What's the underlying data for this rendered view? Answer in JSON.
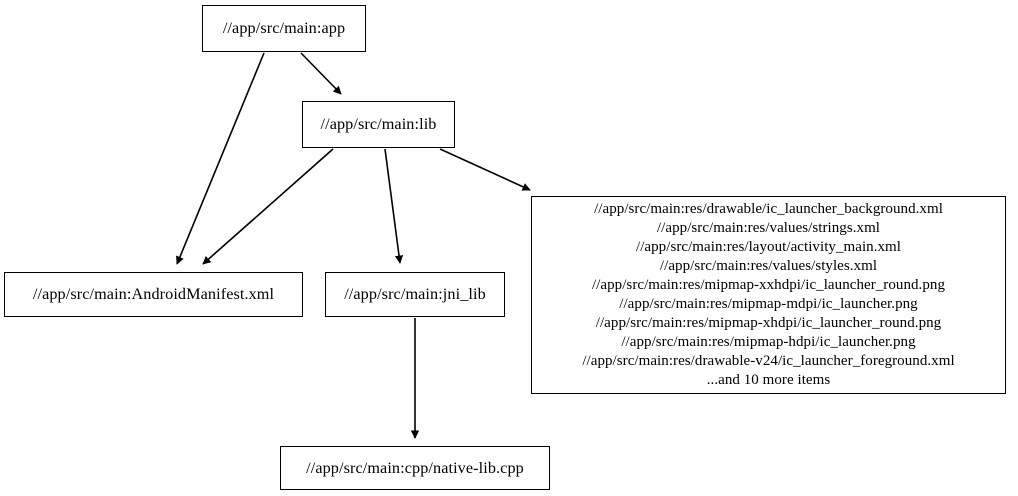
{
  "graph": {
    "type": "directed-dependency-graph",
    "background_color": "#ffffff",
    "node_border_color": "#000000",
    "edge_color": "#000000",
    "nodes": [
      {
        "id": "app",
        "label": "//app/src/main:app",
        "lines": [
          "//app/src/main:app"
        ]
      },
      {
        "id": "lib",
        "label": "//app/src/main:lib",
        "lines": [
          "//app/src/main:lib"
        ]
      },
      {
        "id": "manifest",
        "label": "//app/src/main:AndroidManifest.xml",
        "lines": [
          "//app/src/main:AndroidManifest.xml"
        ]
      },
      {
        "id": "jni_lib",
        "label": "//app/src/main:jni_lib",
        "lines": [
          "//app/src/main:jni_lib"
        ]
      },
      {
        "id": "resources",
        "label": "//app/src/main:res/drawable/ic_launcher_background.xml",
        "lines": [
          "//app/src/main:res/drawable/ic_launcher_background.xml",
          "//app/src/main:res/values/strings.xml",
          "//app/src/main:res/layout/activity_main.xml",
          "//app/src/main:res/values/styles.xml",
          "//app/src/main:res/mipmap-xxhdpi/ic_launcher_round.png",
          "//app/src/main:res/mipmap-mdpi/ic_launcher.png",
          "//app/src/main:res/mipmap-xhdpi/ic_launcher_round.png",
          "//app/src/main:res/mipmap-hdpi/ic_launcher.png",
          "//app/src/main:res/drawable-v24/ic_launcher_foreground.xml",
          "...and 10 more items"
        ]
      },
      {
        "id": "native_lib",
        "label": "//app/src/main:cpp/native-lib.cpp",
        "lines": [
          "//app/src/main:cpp/native-lib.cpp"
        ]
      }
    ],
    "edges": [
      {
        "from": "app",
        "to": "lib"
      },
      {
        "from": "app",
        "to": "manifest"
      },
      {
        "from": "lib",
        "to": "manifest"
      },
      {
        "from": "lib",
        "to": "jni_lib"
      },
      {
        "from": "lib",
        "to": "resources"
      },
      {
        "from": "jni_lib",
        "to": "native_lib"
      }
    ]
  }
}
